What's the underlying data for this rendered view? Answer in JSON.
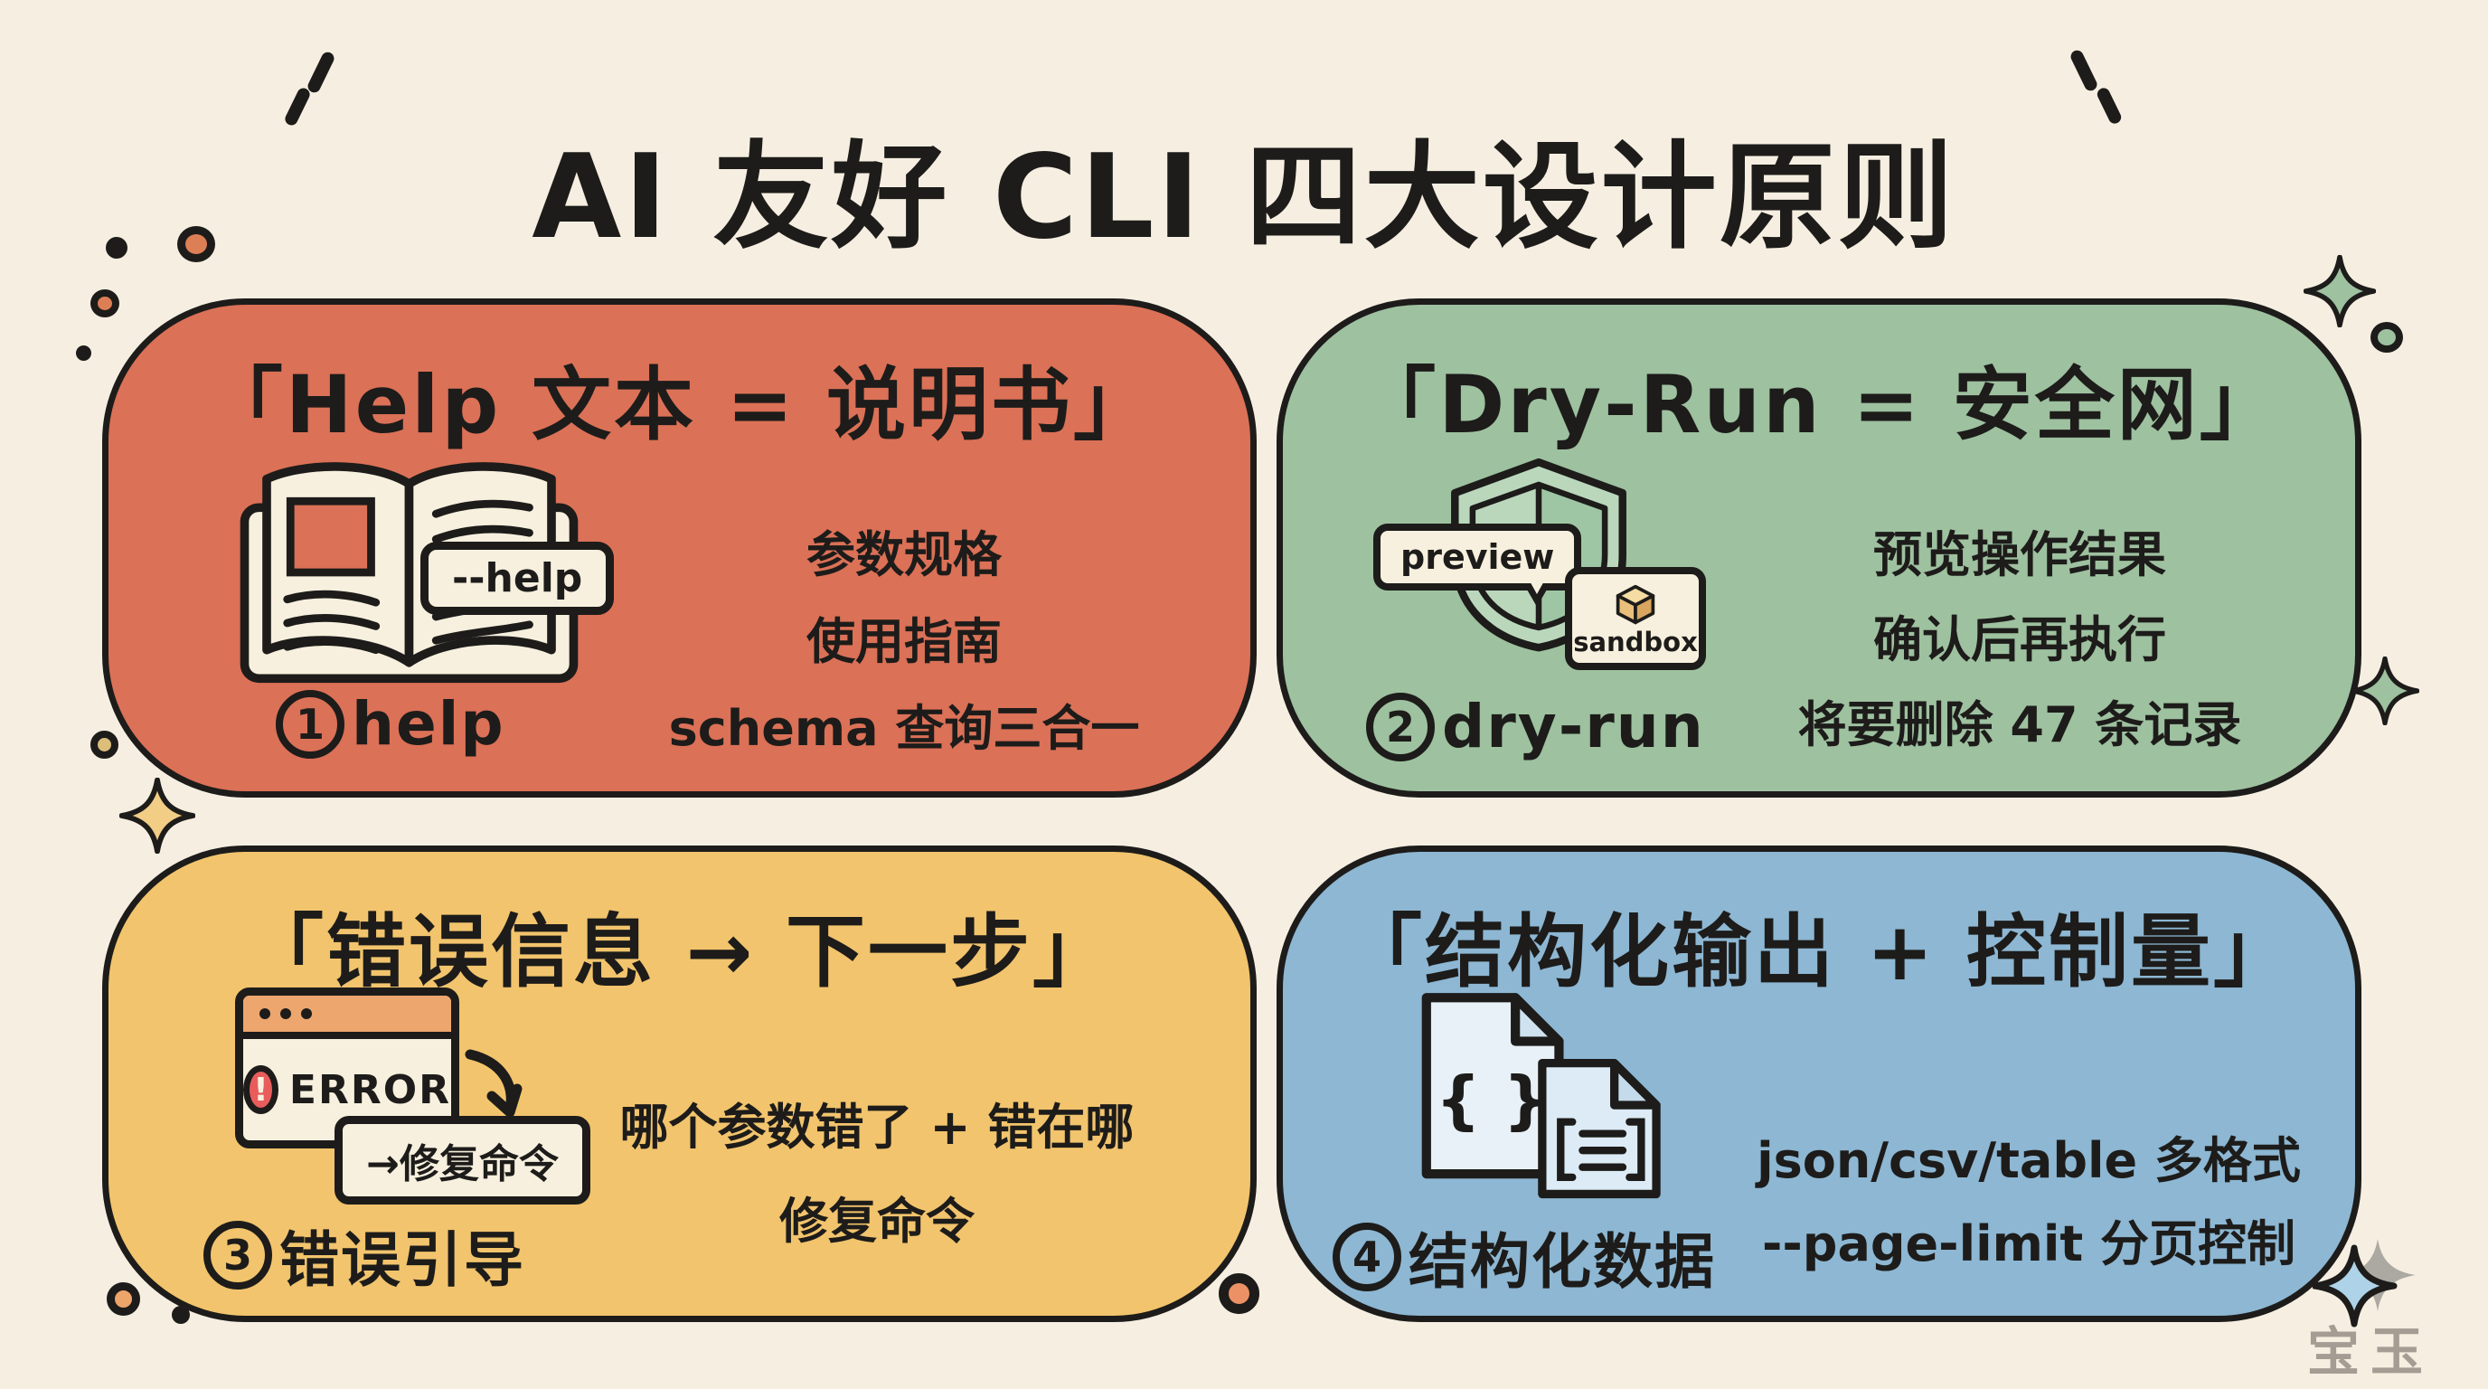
{
  "page": {
    "title": "AI 友好 CLI 四大设计原则",
    "watermark": "宝玉"
  },
  "colors": {
    "background": "#f6efe1",
    "outline": "#1d1c1a",
    "card_help": "#db7157",
    "card_dryrun": "#9ec1a0",
    "card_error": "#f2c46d",
    "card_structured": "#8db7d3",
    "cream": "#f7f0de",
    "error_red": "#e95c5c",
    "window_bar_orange": "#eda66d",
    "cube_tan": "#ecc07c",
    "watermark_gray": "#a49d93"
  },
  "icons": [
    "open-book-icon",
    "shield-icon",
    "sandbox-cube-icon",
    "error-window-icon",
    "curved-arrow-icon",
    "json-documents-icon",
    "sparkle-icon",
    "dot-decoration"
  ],
  "cards": [
    {
      "title": "「Help 文本 = 说明书」",
      "icon": "open-book-icon",
      "icon_tag": "--help",
      "num": "1",
      "num_label": "help",
      "lines": [
        "参数规格",
        "使用指南",
        "schema 查询三合一"
      ]
    },
    {
      "title": "「Dry-Run = 安全网」",
      "icon": "shield-icon",
      "badge_preview": "preview",
      "badge_sandbox": "sandbox",
      "num": "2",
      "num_label": "dry-run",
      "lines": [
        "预览操作结果",
        "确认后再执行",
        "将要删除 47 条记录"
      ]
    },
    {
      "title": "「错误信息 → 下一步」",
      "icon": "error-window-icon",
      "error_label": "ERROR",
      "fix_label": "→修复命令",
      "num": "3",
      "num_label": "错误引导",
      "lines": [
        "哪个参数错了 + 错在哪",
        "修复命令"
      ]
    },
    {
      "title": "「结构化输出 + 控制量」",
      "icon": "json-documents-icon",
      "doc_symbol": "{ }",
      "num": "4",
      "num_label": "结构化数据",
      "lines": [
        "json/csv/table 多格式",
        "--page-limit 分页控制"
      ]
    }
  ]
}
